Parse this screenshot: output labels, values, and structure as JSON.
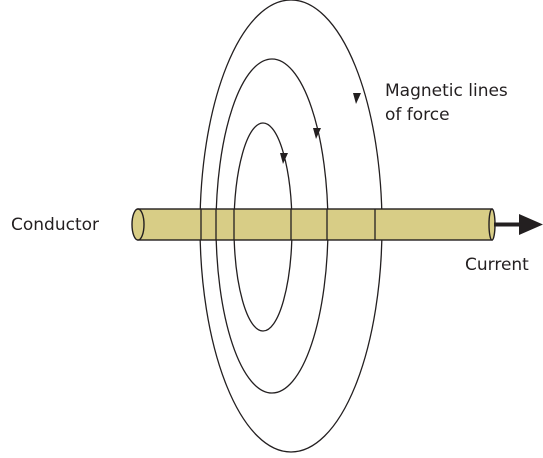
{
  "labels": {
    "magnetic_line1": "Magnetic lines",
    "magnetic_line2": "of force",
    "conductor": "Conductor",
    "current": "Current"
  },
  "colors": {
    "conductor_fill": "#d8cd86",
    "line": "#231f20",
    "background": "#ffffff"
  }
}
